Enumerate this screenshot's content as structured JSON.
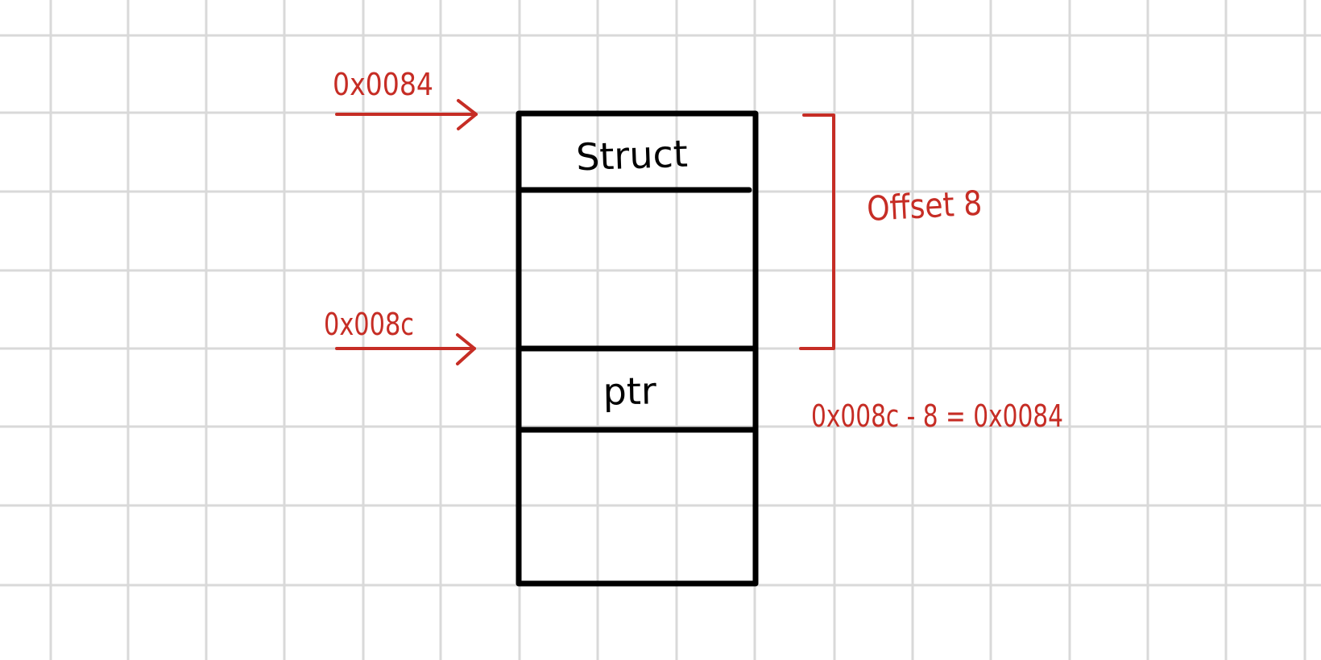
{
  "diagram": {
    "cells": {
      "struct": "Struct",
      "ptr": "ptr"
    },
    "addresses": {
      "struct_address": "0x0084",
      "ptr_address": "0x008c"
    },
    "offset_label": "Offset 8",
    "equation": "0x008c - 8 = 0x0084",
    "colors": {
      "grid": "#d9d9d9",
      "outline": "#000000",
      "annotation": "#c62d25"
    }
  }
}
